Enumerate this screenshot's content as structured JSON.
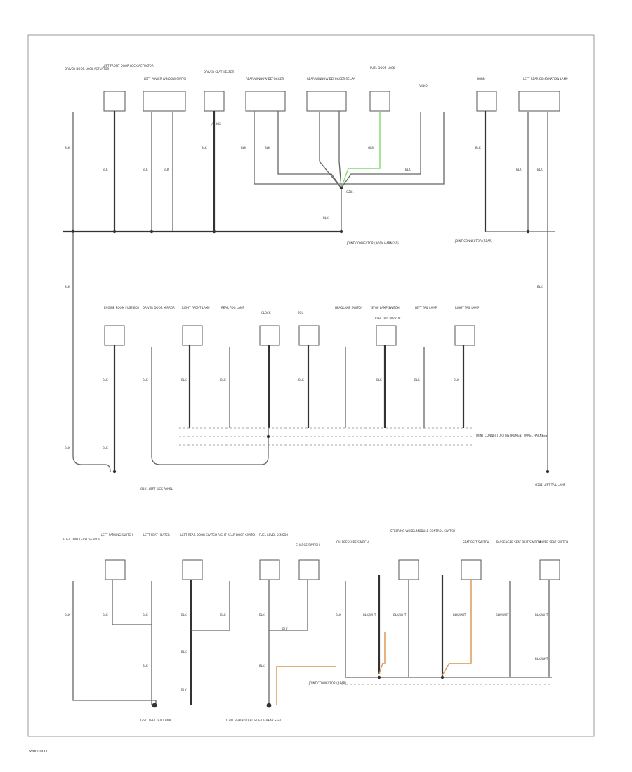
{
  "figure_code": "W0000000",
  "colors": {
    "wire": "#666666",
    "ground_wire_thick": "#333333",
    "highlight_green": "#7ddc6a",
    "highlight_orange": "#d8934c"
  },
  "diagram": {
    "top_row": {
      "components": [
        "DRIVER DOOR LOCK ACTUATOR",
        "LEFT FRONT DOOR LOCK ACTUATOR",
        "LEFT POWER WINDOW SWITCH",
        "DRIVER SEAT HEATER",
        "REAR WINDOW DEFOGGER",
        "REAR WINDOW DEFOGGER RELAY",
        "FUEL DOOR LOCK",
        "RADIO",
        "HORN",
        "LEFT REAR COMBINATION LAMP"
      ],
      "wire_labels": [
        "BLK",
        "BLK",
        "BLK",
        "BLK",
        "BLK",
        "BLK",
        "BLK",
        "BLK",
        "GRN",
        "BLK",
        "BLK",
        "BLK",
        "BLK"
      ],
      "splice_labels": [
        "G201",
        "J/C BOX"
      ],
      "connector_labels": [
        "JOINT CONNECTOR (BODY HARNESS)",
        "JOINT CONNECTOR (REAR)"
      ]
    },
    "middle_row": {
      "components": [
        "ENGINE ROOM FUSE BOX",
        "DRIVER DOOR MIRROR",
        "RIGHT FRONT LAMP",
        "REAR FOG LAMP",
        "CLOCK",
        "ECU",
        "HEADLAMP SWITCH",
        "STOP LAMP SWITCH",
        "ELECTRIC MIRROR",
        "LEFT TAIL LAMP",
        "RIGHT TAIL LAMP"
      ],
      "wire_labels": [
        "BLK",
        "BLK",
        "BLK",
        "BLK",
        "BLK",
        "BLK",
        "BLK",
        "BLK",
        "BLK",
        "BLK",
        "BLK",
        "BLK"
      ],
      "connector_label": "JOINT CONNECTOR (INSTRUMENT PANEL HARNESS)",
      "grounds": [
        "G401 LEFT KICK PANEL",
        "G501 LEFT TAIL LAMP"
      ]
    },
    "bottom_row": {
      "components": [
        "FUEL TANK LEVEL SENSOR",
        "LEFT PARKING SWITCH",
        "LEFT SEAT HEATER",
        "LEFT REAR DOOR SWITCH",
        "RIGHT REAR DOOR SWITCH",
        "FUEL LEVEL SENSOR",
        "CHARGE SWITCH",
        "OIL PRESSURE SWITCH",
        "STEERING WHEEL MODULE CONTROL SWITCH",
        "SEAT BELT SWITCH",
        "PASSENGER SEAT BELT SWITCH",
        "DRIVER SEAT SWITCH"
      ],
      "wire_labels": [
        "BLK",
        "BLK",
        "BLK",
        "BLK",
        "BLK",
        "BLK",
        "BLK",
        "BLK",
        "BLK",
        "BLK",
        "BLK",
        "BLK",
        "BLK/WHT",
        "BLK/WHT",
        "BLK/WHT",
        "BLK/WHT",
        "BLK/WHT",
        "BLK/WHT"
      ],
      "connector_label": "JOINT CONNECTOR (REAR)",
      "grounds": [
        "G601 LEFT TAIL LAMP",
        "G301 BEHIND LEFT SIDE OF REAR SEAT"
      ]
    }
  }
}
